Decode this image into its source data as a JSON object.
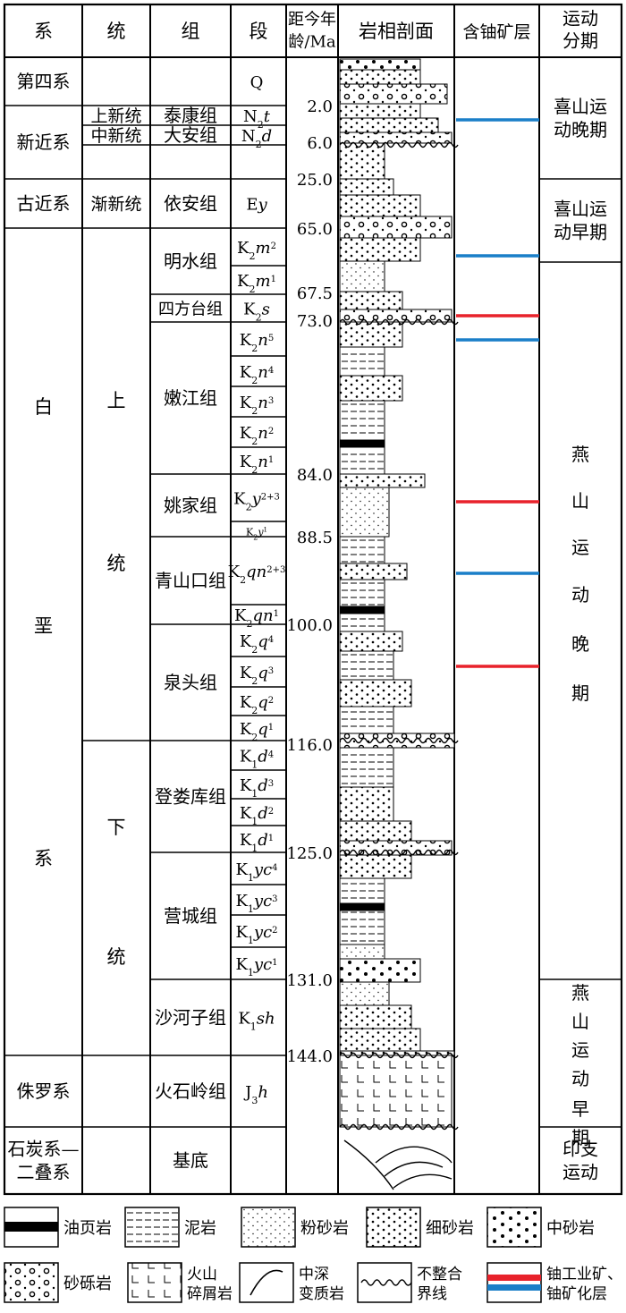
{
  "headers": {
    "system": "系",
    "series": "统",
    "formation": "组",
    "member": "段",
    "age": [
      "距今年",
      "龄/Ma"
    ],
    "lithology": "岩相剖面",
    "uranium": "含铀矿层",
    "tectonic": [
      "运动",
      "分期"
    ]
  },
  "systems": [
    {
      "chars": [
        "第四系"
      ]
    },
    {
      "chars": [
        "新近系"
      ]
    },
    {
      "chars": [
        "古近系"
      ]
    },
    {
      "chars": [
        "白",
        "垩",
        "系"
      ]
    },
    {
      "chars": [
        "侏罗系"
      ]
    },
    {
      "chars": [
        "石炭系—",
        "二叠系"
      ]
    }
  ],
  "series": [
    {
      "chars": [
        "上新统"
      ]
    },
    {
      "chars": [
        "中新统"
      ]
    },
    {
      "chars": [
        "渐新统"
      ]
    },
    {
      "chars": [
        "上",
        "统"
      ]
    },
    {
      "chars": [
        "下",
        "统"
      ]
    }
  ],
  "formations": [
    "泰康组",
    "大安组",
    "依安组",
    "明水组",
    "四方台组",
    "嫩江组",
    "姚家组",
    "青山口组",
    "泉头组",
    "登娄库组",
    "营城组",
    "沙河子组",
    "火石岭组",
    "基底"
  ],
  "members": [
    {
      "base": "Q",
      "sub": "",
      "name": "",
      "sup": ""
    },
    {
      "base": "N",
      "sub": "2",
      "name": "t",
      "sup": ""
    },
    {
      "base": "N",
      "sub": "2",
      "name": "d",
      "sup": ""
    },
    {
      "base": "E",
      "sub": "",
      "name": "y",
      "sup": ""
    },
    {
      "base": "K",
      "sub": "2",
      "name": "m",
      "sup": "2"
    },
    {
      "base": "K",
      "sub": "2",
      "name": "m",
      "sup": "1"
    },
    {
      "base": "K",
      "sub": "2",
      "name": "s",
      "sup": ""
    },
    {
      "base": "K",
      "sub": "2",
      "name": "n",
      "sup": "5"
    },
    {
      "base": "K",
      "sub": "2",
      "name": "n",
      "sup": "4"
    },
    {
      "base": "K",
      "sub": "2",
      "name": "n",
      "sup": "3"
    },
    {
      "base": "K",
      "sub": "2",
      "name": "n",
      "sup": "2"
    },
    {
      "base": "K",
      "sub": "2",
      "name": "n",
      "sup": "1"
    },
    {
      "base": "K",
      "sub": "2",
      "name": "y",
      "sup": "2+3"
    },
    {
      "base": "K",
      "sub": "2",
      "name": "y",
      "sup": "1"
    },
    {
      "base": "K",
      "sub": "2",
      "name": "qn",
      "sup": "2+3"
    },
    {
      "base": "K",
      "sub": "2",
      "name": "qn",
      "sup": "1"
    },
    {
      "base": "K",
      "sub": "2",
      "name": "q",
      "sup": "4"
    },
    {
      "base": "K",
      "sub": "2",
      "name": "q",
      "sup": "3"
    },
    {
      "base": "K",
      "sub": "2",
      "name": "q",
      "sup": "2"
    },
    {
      "base": "K",
      "sub": "2",
      "name": "q",
      "sup": "1"
    },
    {
      "base": "K",
      "sub": "1",
      "name": "d",
      "sup": "4"
    },
    {
      "base": "K",
      "sub": "1",
      "name": "d",
      "sup": "3"
    },
    {
      "base": "K",
      "sub": "1",
      "name": "d",
      "sup": "2"
    },
    {
      "base": "K",
      "sub": "1",
      "name": "d",
      "sup": "1"
    },
    {
      "base": "K",
      "sub": "1",
      "name": "yc",
      "sup": "4"
    },
    {
      "base": "K",
      "sub": "1",
      "name": "yc",
      "sup": "3"
    },
    {
      "base": "K",
      "sub": "1",
      "name": "yc",
      "sup": "2"
    },
    {
      "base": "K",
      "sub": "1",
      "name": "yc",
      "sup": "1"
    },
    {
      "base": "K",
      "sub": "1",
      "name": "sh",
      "sup": ""
    },
    {
      "base": "J",
      "sub": "3",
      "name": "h",
      "sup": ""
    }
  ],
  "ages": [
    "2.0",
    "6.0",
    "25.0",
    "65.0",
    "67.5",
    "73.0",
    "84.0",
    "88.5",
    "100.0",
    "116.0",
    "125.0",
    "131.0",
    "144.0"
  ],
  "tectonic": [
    {
      "chars": [
        "喜山运",
        "动晚期"
      ]
    },
    {
      "chars": [
        "喜山运",
        "动早期"
      ]
    },
    {
      "chars": [
        "燕",
        "山",
        "运",
        "动",
        "晚",
        "期"
      ]
    },
    {
      "chars": [
        "燕",
        "山",
        "运",
        "动",
        "早",
        "期"
      ]
    },
    {
      "chars": [
        "印支",
        "运动"
      ]
    }
  ],
  "uranium_layers": [
    {
      "type": "uranium-mineralized-layer",
      "color": "#1a7fc8"
    },
    {
      "type": "uranium-mineralized-layer",
      "color": "#1a7fc8"
    },
    {
      "type": "industrial-uranium-ore",
      "color": "#e8222b"
    },
    {
      "type": "uranium-mineralized-layer",
      "color": "#1a7fc8"
    },
    {
      "type": "industrial-uranium-ore",
      "color": "#e8222b"
    },
    {
      "type": "uranium-mineralized-layer",
      "color": "#1a7fc8"
    },
    {
      "type": "industrial-uranium-ore",
      "color": "#e8222b"
    }
  ],
  "legend": [
    {
      "icon": "oil-shale-icon",
      "label": [
        "油页岩"
      ]
    },
    {
      "icon": "mudstone-icon",
      "label": [
        "泥岩"
      ]
    },
    {
      "icon": "siltstone-icon",
      "label": [
        "粉砂岩"
      ]
    },
    {
      "icon": "fine-sandstone-icon",
      "label": [
        "细砂岩"
      ]
    },
    {
      "icon": "medium-sandstone-icon",
      "label": [
        "中砂岩"
      ]
    },
    {
      "icon": "glutenite-icon",
      "label": [
        "砂砾岩"
      ]
    },
    {
      "icon": "volcaniclastic-icon",
      "label": [
        "火山",
        "碎屑岩"
      ]
    },
    {
      "icon": "metamorphic-icon",
      "label": [
        "中深",
        "变质岩"
      ]
    },
    {
      "icon": "unconformity-icon",
      "label": [
        "不整合",
        "界线"
      ]
    },
    {
      "icon": "uranium-layer-icon",
      "label": [
        "铀工业矿、",
        "铀矿化层"
      ]
    }
  ]
}
